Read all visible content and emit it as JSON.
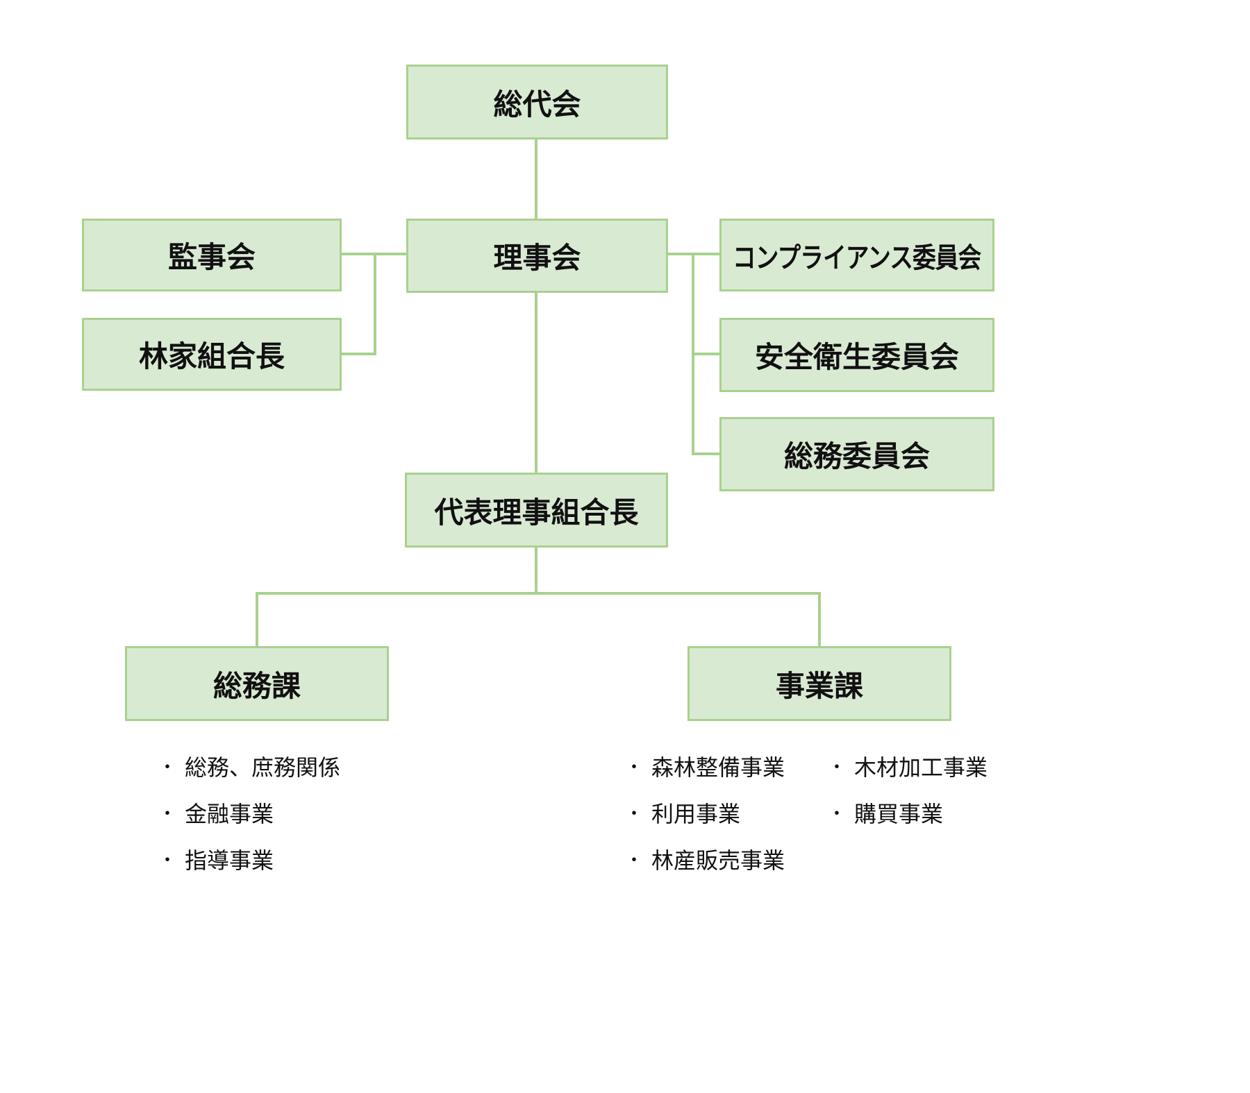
{
  "colors": {
    "box_fill": "#d9ead3",
    "box_border": "#a9d18e",
    "connector": "#a9d18e",
    "text": "#111111",
    "background": "#ffffff"
  },
  "bullet": "・",
  "nodes": {
    "soudaikai": "総代会",
    "rijikai": "理事会",
    "kanjikai": "監事会",
    "rinka_kumiaicho": "林家組合長",
    "compliance_iinkai": "コンプライアンス委員会",
    "anzen_eisei_iinkai": "安全衛生委員会",
    "soumu_iinkai": "総務委員会",
    "daihyou_riji_kumiaicho": "代表理事組合長",
    "soumuka": "総務課",
    "jigyouka": "事業課"
  },
  "soumuka_items": [
    "総務、庶務関係",
    "金融事業",
    "指導事業"
  ],
  "jigyouka_items_col1": [
    "森林整備事業",
    "利用事業",
    "林産販売事業"
  ],
  "jigyouka_items_col2": [
    "木材加工事業",
    "購買事業"
  ]
}
